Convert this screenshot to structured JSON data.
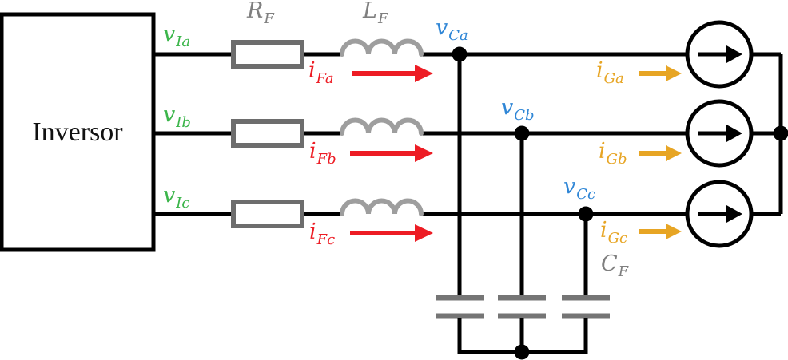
{
  "diagram": {
    "type": "circuit-schematic",
    "description": "Three-phase inverter with RL filter, capacitor bank and grid current sources"
  },
  "colors": {
    "wire": "#000000",
    "green": "#3bb54a",
    "blue": "#2f86d6",
    "red": "#ed1c24",
    "yellow": "#e7a524",
    "graylabel": "#7f7f7f",
    "resistor": "#6d6d6d",
    "inductor": "#9e9e9e",
    "capacitor": "#757575"
  },
  "inverter": {
    "label": "Inversor"
  },
  "labels": {
    "vIa": {
      "main": "v",
      "sub": "Ia"
    },
    "vIb": {
      "main": "v",
      "sub": "Ib"
    },
    "vIc": {
      "main": "v",
      "sub": "Ic"
    },
    "RF": {
      "main": "R",
      "sub": "F"
    },
    "LF": {
      "main": "L",
      "sub": "F"
    },
    "CF": {
      "main": "C",
      "sub": "F"
    },
    "vCa": {
      "main": "v",
      "sub": "Ca"
    },
    "vCb": {
      "main": "v",
      "sub": "Cb"
    },
    "vCc": {
      "main": "v",
      "sub": "Cc"
    },
    "iFa": {
      "main": "i",
      "sub": "Fa"
    },
    "iFb": {
      "main": "i",
      "sub": "Fb"
    },
    "iFc": {
      "main": "i",
      "sub": "Fc"
    },
    "iGa": {
      "main": "i",
      "sub": "Ga"
    },
    "iGb": {
      "main": "i",
      "sub": "Gb"
    },
    "iGc": {
      "main": "i",
      "sub": "Gc"
    }
  }
}
